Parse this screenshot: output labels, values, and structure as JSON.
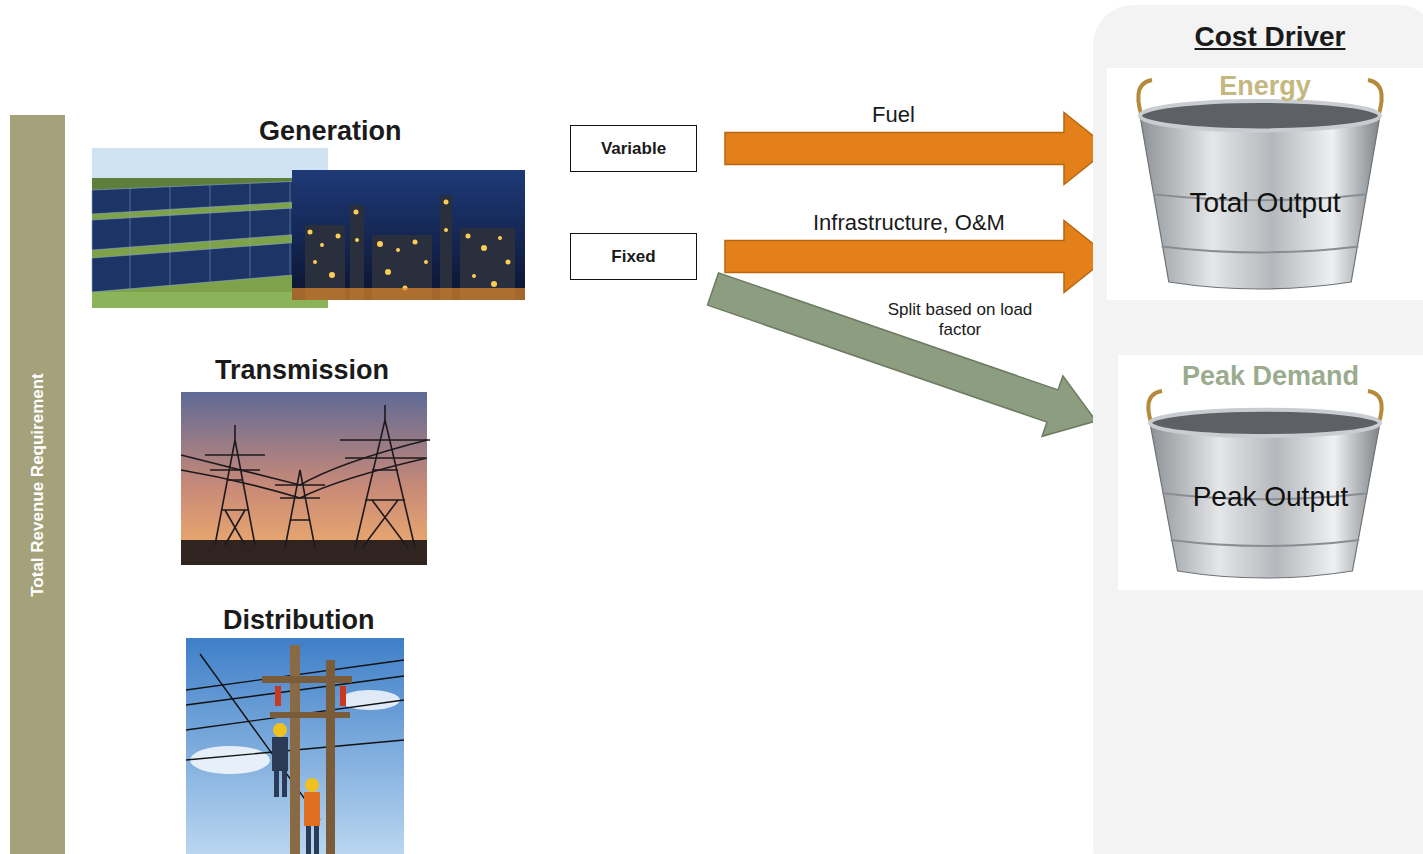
{
  "diagram": {
    "nodes": [
      {
        "text": [
          "Total Revenue Requirement"
        ]
      },
      {
        "text": [
          "Variable"
        ]
      },
      {
        "text": [
          "Fixed"
        ]
      },
      {
        "text": [
          "Cost Driver"
        ]
      },
      {
        "text": [
          "Energy",
          "Total Output"
        ],
        "in": 3
      },
      {
        "text": [
          "Peak Demand",
          "Peak Output"
        ],
        "in": 3
      }
    ],
    "edges": [
      {
        "from": 1,
        "to": 4,
        "label": "Fuel",
        "arrow": "to"
      },
      {
        "from": 2,
        "to": 4,
        "label": "Infrastructure, O&M",
        "arrow": "to"
      },
      {
        "from": 2,
        "to": 5,
        "label": "Split based on load factor",
        "arrow": "to"
      }
    ],
    "labels": [
      "Generation",
      "Transmission",
      "Distribution"
    ]
  }
}
